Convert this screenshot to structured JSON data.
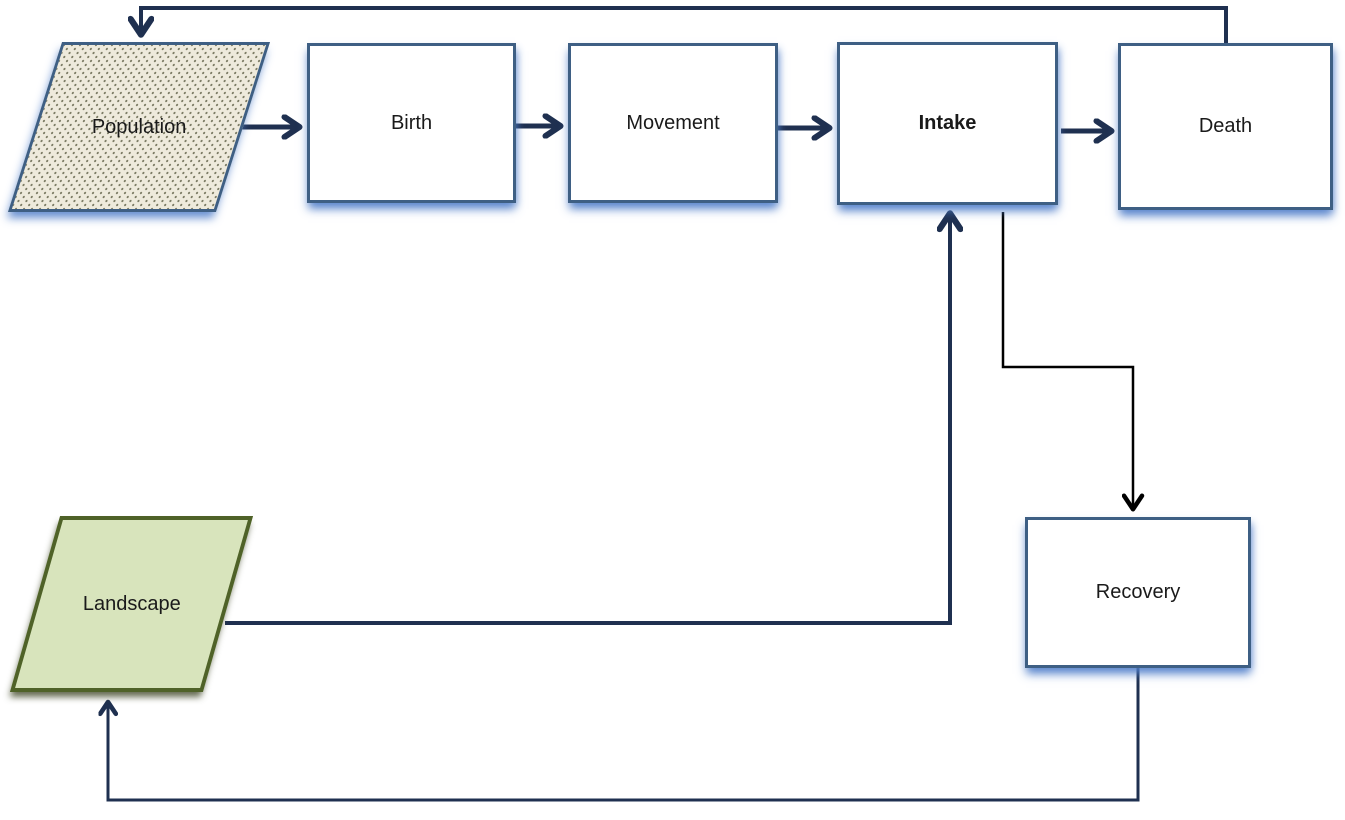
{
  "diagram": {
    "nodes": [
      {
        "id": "population",
        "label": "Population",
        "shape": "parallelogram",
        "fill": "#eeeadc",
        "pattern": "dotted"
      },
      {
        "id": "birth",
        "label": "Birth",
        "shape": "rectangle",
        "fill": "#ffffff"
      },
      {
        "id": "movement",
        "label": "Movement",
        "shape": "rectangle",
        "fill": "#ffffff"
      },
      {
        "id": "intake",
        "label": "Intake",
        "shape": "rectangle",
        "fill": "#ffffff",
        "bold": true
      },
      {
        "id": "death",
        "label": "Death",
        "shape": "rectangle",
        "fill": "#ffffff"
      },
      {
        "id": "landscape",
        "label": "Landscape",
        "shape": "parallelogram",
        "fill": "#d8e4bc"
      },
      {
        "id": "recovery",
        "label": "Recovery",
        "shape": "rectangle",
        "fill": "#ffffff"
      }
    ],
    "edges": [
      {
        "from": "population",
        "to": "birth"
      },
      {
        "from": "birth",
        "to": "movement"
      },
      {
        "from": "movement",
        "to": "intake"
      },
      {
        "from": "intake",
        "to": "death"
      },
      {
        "from": "death",
        "to": "population",
        "route": "top-feedback"
      },
      {
        "from": "landscape",
        "to": "intake"
      },
      {
        "from": "intake",
        "to": "recovery",
        "style": "thin-black"
      },
      {
        "from": "recovery",
        "to": "landscape",
        "route": "bottom-feedback"
      }
    ],
    "colors": {
      "connector_navy": "#1f3050",
      "connector_black": "#000000",
      "box_border": "#3e5f84",
      "box_shadow_blue": "#4d7cc9",
      "population_fill": "#eeeadc",
      "landscape_fill": "#d8e4bc",
      "landscape_border": "#4f6228"
    }
  }
}
